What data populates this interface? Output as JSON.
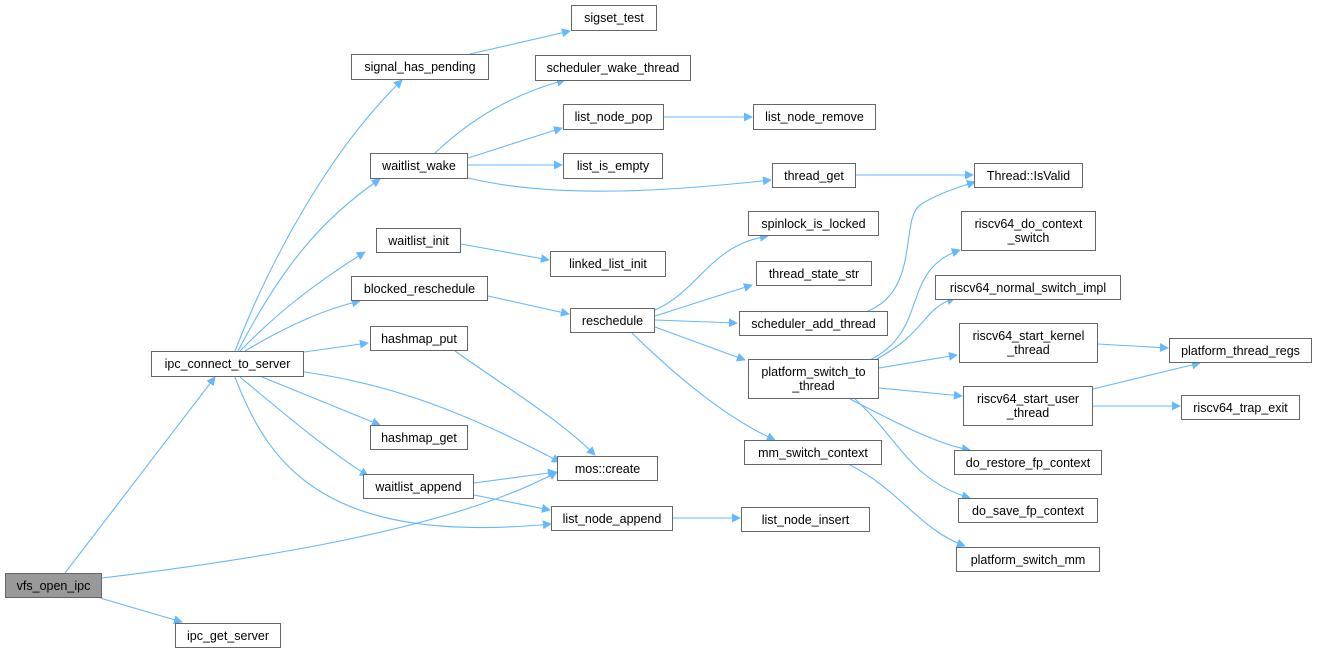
{
  "graph": {
    "colors": {
      "edge": "#63b8ff",
      "node_border": "#666666",
      "root_fill": "#999999"
    },
    "nodes": {
      "vfs_open_ipc": "vfs_open_ipc",
      "ipc_get_server": "ipc_get_server",
      "ipc_connect_to_server": "ipc_connect_to_server",
      "signal_has_pending": "signal_has_pending",
      "sigset_test": "sigset_test",
      "scheduler_wake_thread": "scheduler_wake_thread",
      "waitlist_wake": "waitlist_wake",
      "list_node_pop": "list_node_pop",
      "list_node_remove": "list_node_remove",
      "list_is_empty": "list_is_empty",
      "thread_get": "thread_get",
      "thread_isvalid": "Thread::IsValid",
      "waitlist_init": "waitlist_init",
      "linked_list_init": "linked_list_init",
      "spinlock_is_locked": "spinlock_is_locked",
      "thread_state_str": "thread_state_str",
      "riscv64_do_context_switch": "riscv64_do_context\n_switch",
      "blocked_reschedule": "blocked_reschedule",
      "reschedule": "reschedule",
      "scheduler_add_thread": "scheduler_add_thread",
      "riscv64_normal_switch_impl": "riscv64_normal_switch_impl",
      "hashmap_put": "hashmap_put",
      "platform_switch_to_thread": "platform_switch_to\n_thread",
      "riscv64_start_kernel_thread": "riscv64_start_kernel\n_thread",
      "platform_thread_regs": "platform_thread_regs",
      "riscv64_start_user_thread": "riscv64_start_user\n_thread",
      "riscv64_trap_exit": "riscv64_trap_exit",
      "hashmap_get": "hashmap_get",
      "mm_switch_context": "mm_switch_context",
      "mos_create": "mos::create",
      "do_restore_fp_context": "do_restore_fp_context",
      "waitlist_append": "waitlist_append",
      "list_node_append": "list_node_append",
      "list_node_insert": "list_node_insert",
      "do_save_fp_context": "do_save_fp_context",
      "platform_switch_mm": "platform_switch_mm"
    }
  }
}
